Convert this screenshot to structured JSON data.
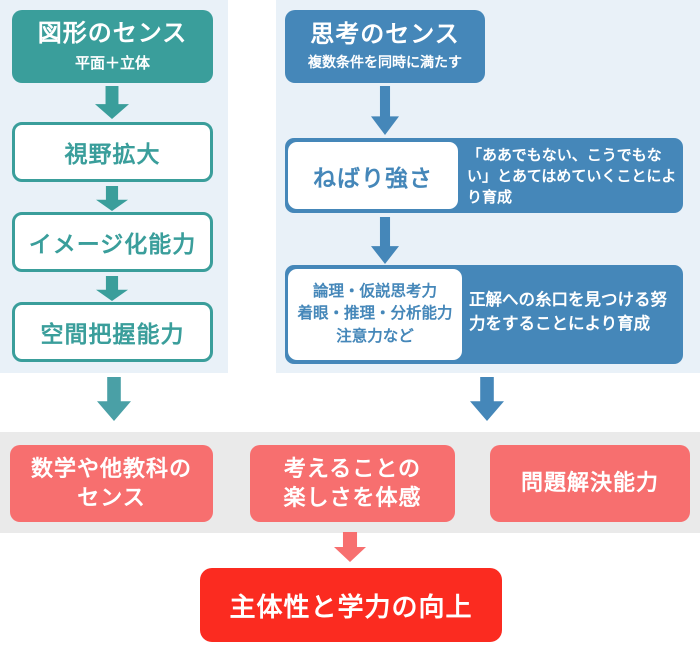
{
  "colors": {
    "teal": "#3a9e9b",
    "teal_arrow_big": "#4aa0a6",
    "blue": "#4587b9",
    "panel_background": "#e9f1f8",
    "salmon": "#f76f6f",
    "red": "#fb2b20",
    "gray_band": "#eaeaea"
  },
  "left_column": {
    "header_title": "図形のセンス",
    "header_subtitle": "平面＋立体",
    "steps": [
      "視野拡大",
      "イメージ化能力",
      "空間把握能力"
    ]
  },
  "right_column": {
    "header_title": "思考のセンス",
    "header_subtitle": "複数条件を同時に満たす",
    "rows": [
      {
        "label": "ねばり強さ",
        "description": "「ああでもない、こうでもない」とあてはめていくことにより育成"
      },
      {
        "label": "論理・仮説思考力\n着眼・推理・分析能力\n注意力など",
        "description": "正解への糸口を見つける努力をすることにより育成"
      }
    ]
  },
  "outcomes": [
    "数学や他教科の\nセンス",
    "考えることの\n楽しさを体感",
    "問題解決能力"
  ],
  "final_box": "主体性と学力の向上"
}
